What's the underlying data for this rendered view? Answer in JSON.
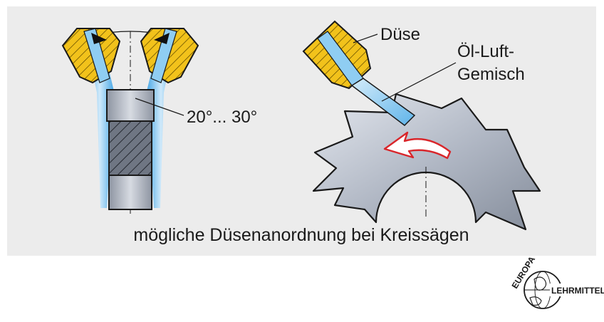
{
  "labels": {
    "angle": "20°... 30°",
    "nozzle": "Düse",
    "mixture_line1": "Öl-Luft-",
    "mixture_line2": "Gemisch",
    "caption": "mögliche Düsenanordnung bei Kreissägen"
  },
  "logo": {
    "top_text": "EUROPA",
    "side_text": "LEHRMITTEL"
  },
  "colors": {
    "panel_background": "#ececec",
    "nozzle_yellow": "#f2c21b",
    "blade_gray": "#aab1be",
    "oil_air_blue": "#6fc0f0",
    "rotation_arrow_red": "#d9262b"
  }
}
